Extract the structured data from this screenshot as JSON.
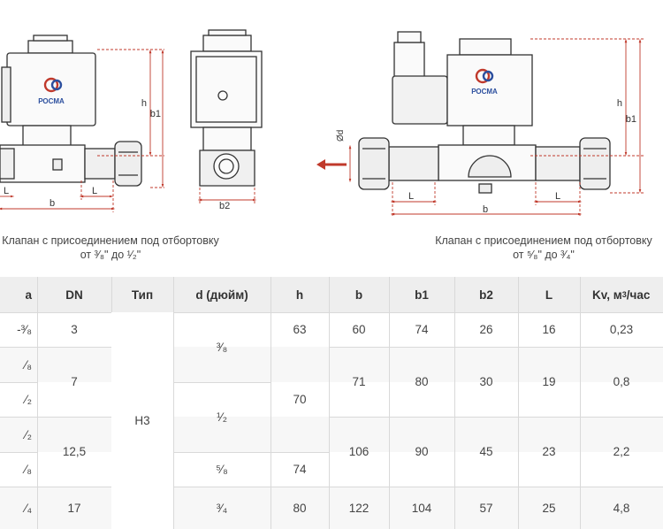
{
  "drawings": {
    "logo_text": "РОСМА",
    "dims": {
      "h": "h",
      "b1": "b1",
      "b": "b",
      "L": "L",
      "b2": "b2",
      "d": "Ød"
    }
  },
  "captions": {
    "left": {
      "line1": "Клапан с присоединением под отбортовку",
      "line2": "от ³⁄₈\" до ¹⁄₂\""
    },
    "right": {
      "line1": "Клапан с присоединением под отбортовку",
      "line2": "от ⁵⁄₈\" до ³⁄₄\""
    }
  },
  "table": {
    "headers": {
      "c0": "а",
      "dn": "DN",
      "type": "Тип",
      "d": "d (дюйм)",
      "h": "h",
      "b": "b",
      "b1": "b1",
      "b2": "b2",
      "L": "L",
      "kv": "Kv, м",
      "kv_sup": "3",
      "kv_tail": "/час"
    },
    "rows": [
      {
        "c0": "-³⁄₈"
      },
      {
        "c0": "⁄₈"
      },
      {
        "c0": "⁄₂"
      },
      {
        "c0": "⁄₂"
      },
      {
        "c0": "⁄₈"
      },
      {
        "c0": "⁄₄"
      }
    ],
    "groups": {
      "dn": [
        "3",
        "7",
        "12,5",
        "17"
      ],
      "type": "Н3",
      "d": [
        "³⁄₈",
        "¹⁄₂",
        "⁵⁄₈",
        "³⁄₄"
      ],
      "h": [
        "63",
        "70",
        "74",
        "80"
      ],
      "b": [
        "60",
        "71",
        "106",
        "122"
      ],
      "b1": [
        "74",
        "80",
        "90",
        "104"
      ],
      "b2": [
        "26",
        "30",
        "45",
        "57"
      ],
      "L": [
        "16",
        "19",
        "23",
        "25"
      ],
      "kv": [
        "0,23",
        "0,8",
        "2,2",
        "4,8"
      ]
    }
  }
}
